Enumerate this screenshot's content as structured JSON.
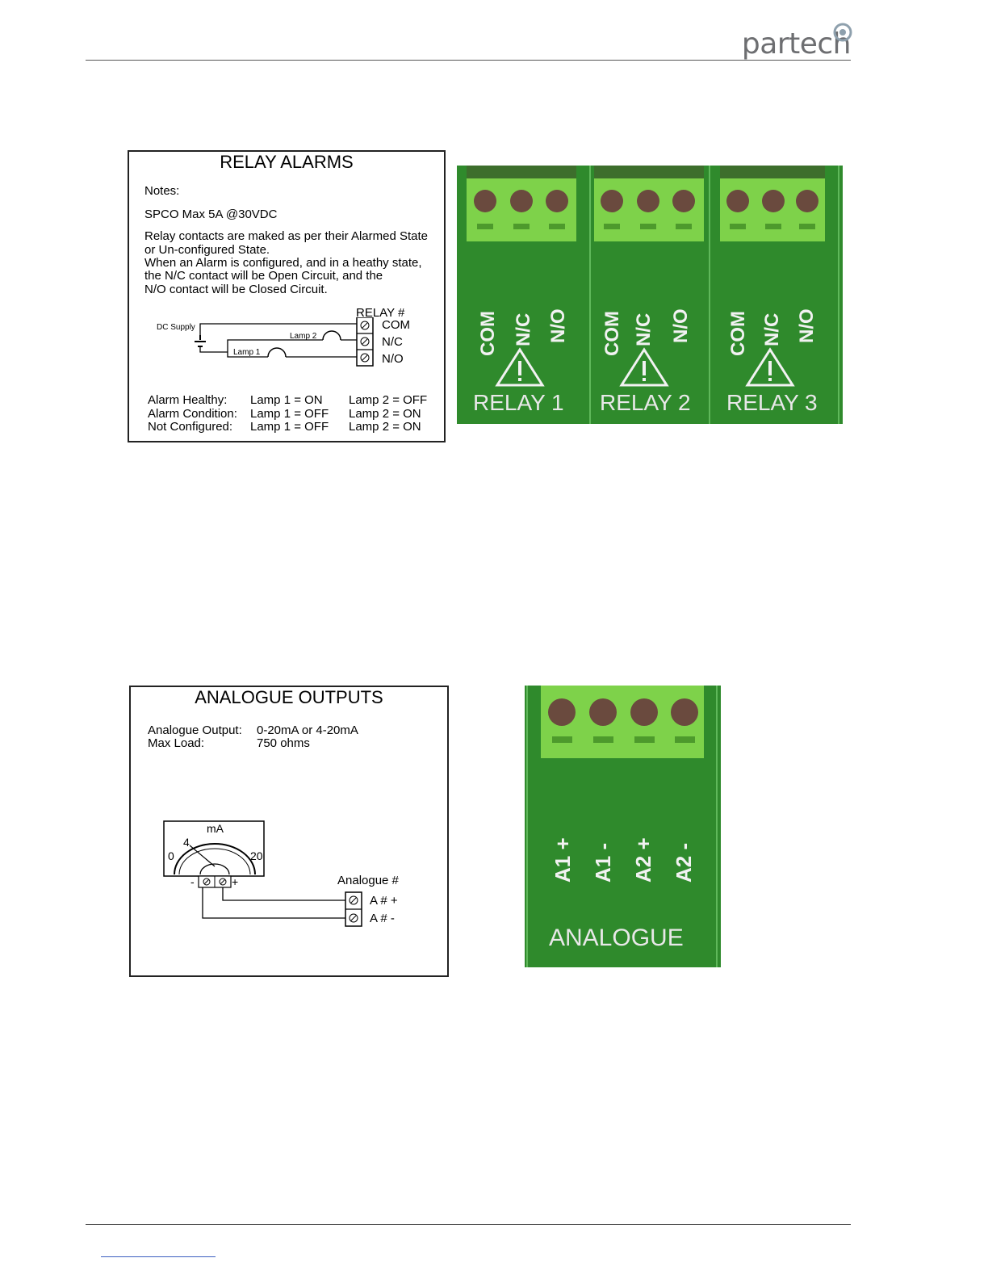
{
  "header": {
    "logo_text": "partech"
  },
  "relay_panel": {
    "title": "RELAY ALARMS",
    "notes_label": "Notes:",
    "spec": "SPCO Max 5A @30VDC",
    "description_lines": [
      "Relay contacts are maked as per their Alarmed State",
      "or Un-configured State.",
      "When an Alarm is configured, and in a heathy state,",
      "the N/C contact will be Open Circuit, and the",
      "N/O contact will be Closed Circuit."
    ],
    "relay_hash": "RELAY #",
    "dc_supply": "DC Supply",
    "lamp2": "Lamp 2",
    "lamp1": "Lamp 1",
    "terminals": [
      "COM",
      "N/C",
      "N/O"
    ],
    "states": [
      {
        "label": "Alarm Healthy:",
        "lamp1": "Lamp 1 = ON",
        "lamp2": "Lamp 2 = OFF"
      },
      {
        "label": "Alarm Condition:",
        "lamp1": "Lamp 1 = OFF",
        "lamp2": "Lamp 2 = ON"
      },
      {
        "label": "Not Configured:",
        "lamp1": "Lamp 1 = OFF",
        "lamp2": "Lamp 2 = ON"
      }
    ]
  },
  "relay_board": {
    "pins": [
      "COM",
      "N/C",
      "N/O"
    ],
    "relays": [
      "RELAY 1",
      "RELAY 2",
      "RELAY 3"
    ]
  },
  "analogue_panel": {
    "title": "ANALOGUE OUTPUTS",
    "output_label": "Analogue Output:",
    "output_value": "0-20mA or 4-20mA",
    "load_label": "Max Load:",
    "load_value": "750 ohms",
    "meter_unit": "mA",
    "scale_zero": "0",
    "scale_four": "4",
    "scale_twenty": "20",
    "minus": "-",
    "plus": "+",
    "analogue_hash": "Analogue #",
    "term_plus": "A # +",
    "term_minus": "A # -"
  },
  "analogue_board": {
    "pins": [
      "A1 +",
      "A1 -",
      "A2 +",
      "A2 -"
    ],
    "label": "ANALOGUE"
  },
  "colors": {
    "board_green": "#2f8a2c",
    "connector_green": "#7ed24a",
    "screw_brown": "#6a4a3e",
    "logo_accent": "#7a8fa0"
  }
}
